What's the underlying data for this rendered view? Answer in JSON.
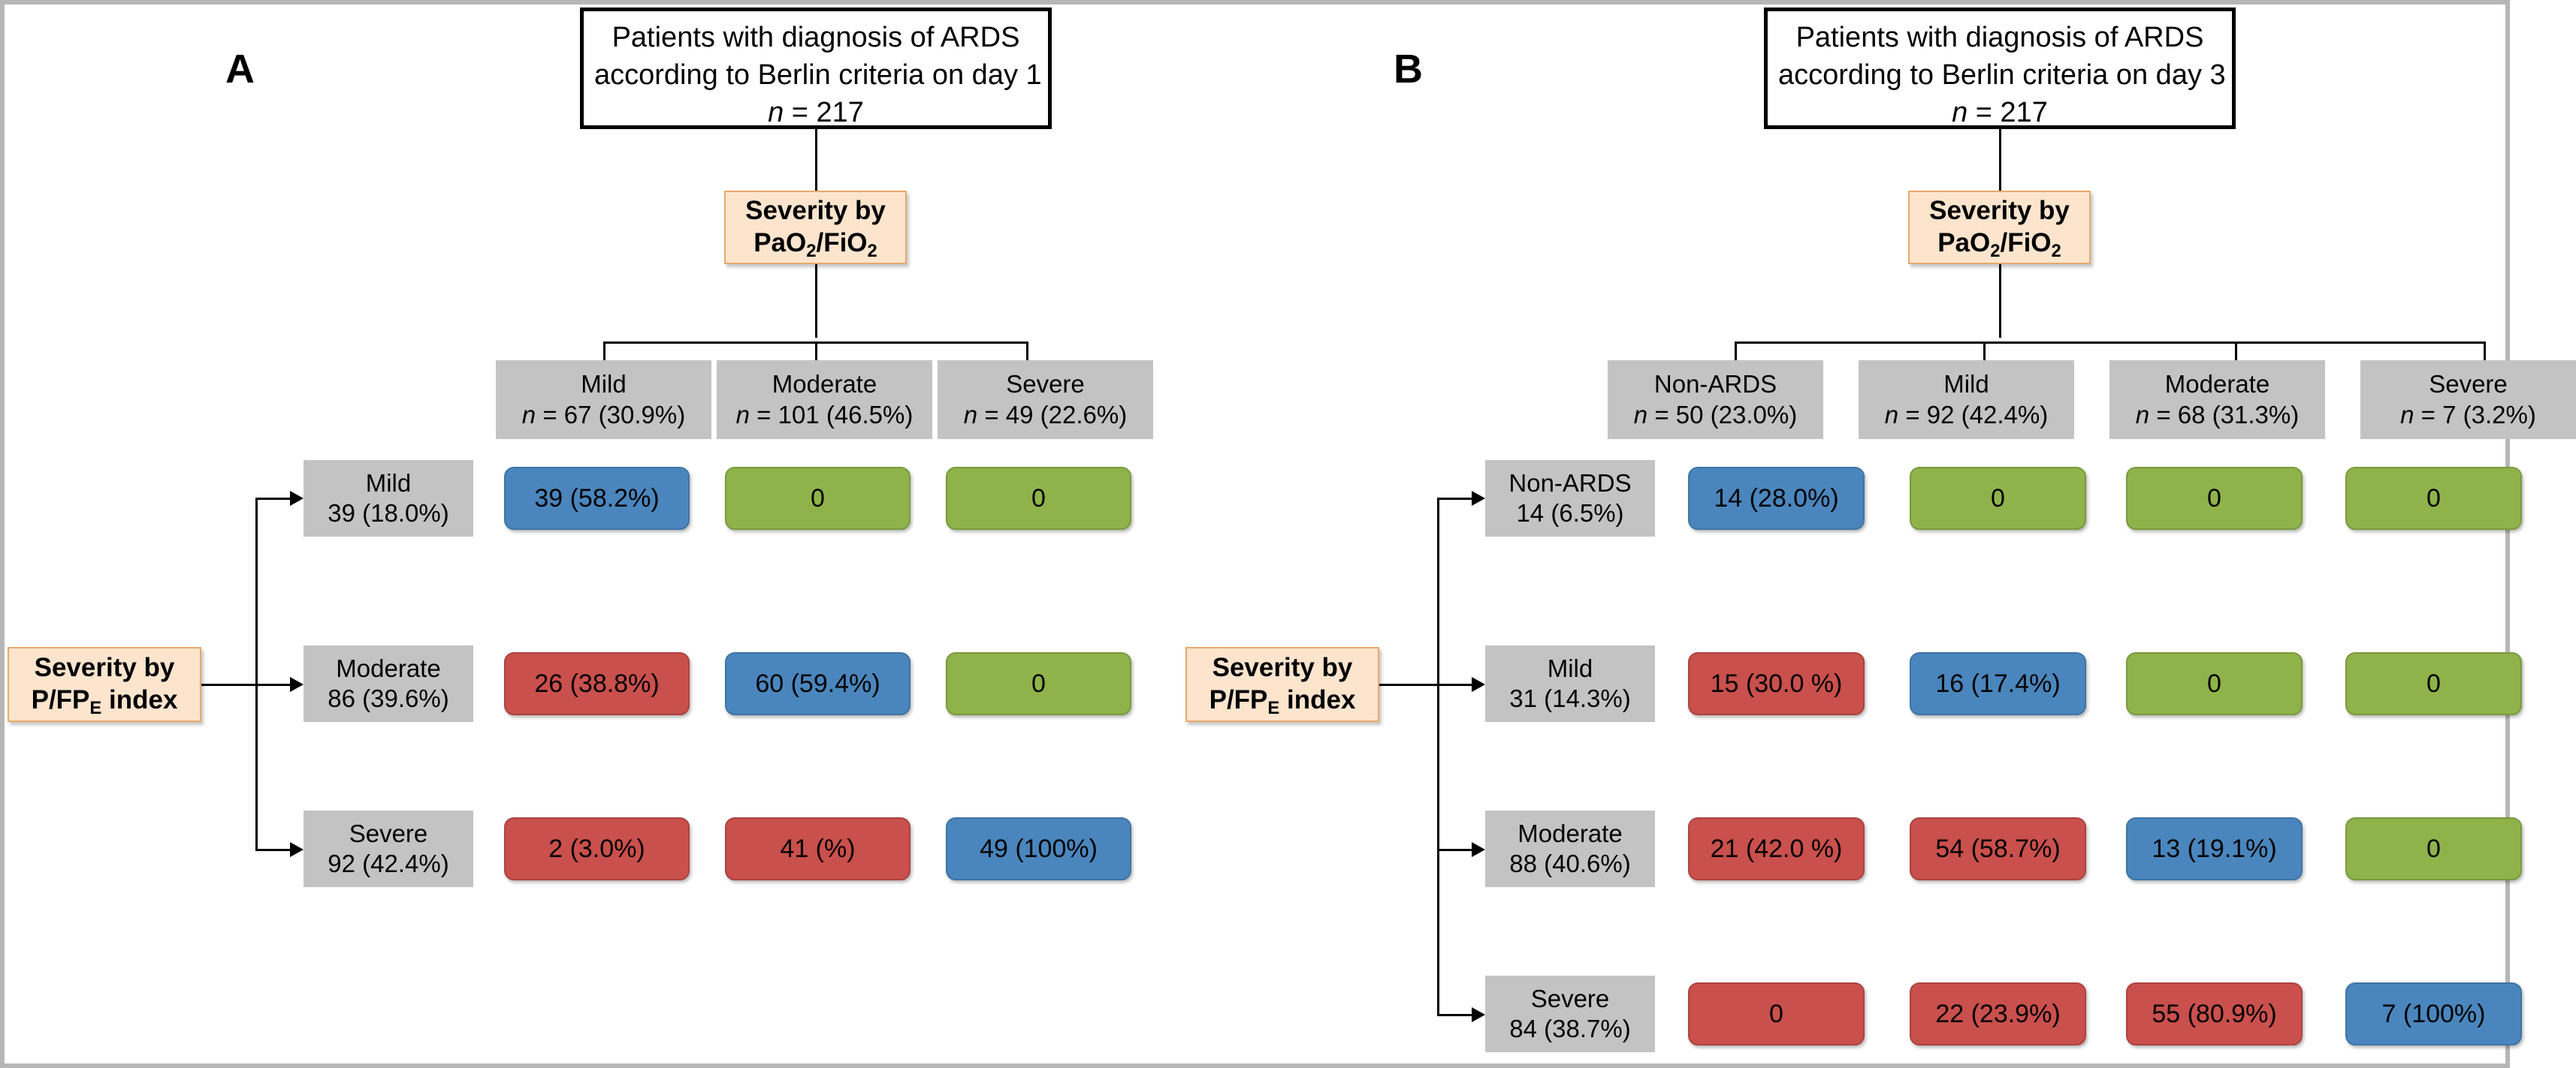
{
  "figure": {
    "panels": [
      {
        "letter": "A",
        "top_box": {
          "line1": "Patients with diagnosis of ARDS",
          "line2": "according to Berlin criteria on day 1",
          "line3_n": "n",
          "line3_rest": " = 217"
        },
        "severity_top": {
          "line1": "Severity by",
          "line2_pre": "PaO",
          "line2_sub1": "2",
          "line2_mid": "/FiO",
          "line2_sub2": "2"
        },
        "severity_side": {
          "line1": "Severity by",
          "line2_pre": "P/FP",
          "line2_sub": "E",
          "line2_post": " index"
        },
        "columns": [
          {
            "label": "Mild",
            "n_italic": "n",
            "n_rest": " = 67 (30.9%)"
          },
          {
            "label": "Moderate",
            "n_italic": "n",
            "n_rest": " = 101 (46.5%)"
          },
          {
            "label": "Severe",
            "n_italic": "n",
            "n_rest": " = 49 (22.6%)"
          }
        ],
        "rows": [
          {
            "label": "Mild",
            "sub": "39 (18.0%)",
            "cells": [
              {
                "text": "39 (58.2%)",
                "color": "blue"
              },
              {
                "text": "0",
                "color": "green"
              },
              {
                "text": "0",
                "color": "green"
              }
            ]
          },
          {
            "label": "Moderate",
            "sub": "86 (39.6%)",
            "cells": [
              {
                "text": "26 (38.8%)",
                "color": "red"
              },
              {
                "text": "60 (59.4%)",
                "color": "blue"
              },
              {
                "text": "0",
                "color": "green"
              }
            ]
          },
          {
            "label": "Severe",
            "sub": "92 (42.4%)",
            "cells": [
              {
                "text": "2 (3.0%)",
                "color": "red"
              },
              {
                "text": "41 (%)",
                "color": "red"
              },
              {
                "text": "49 (100%)",
                "color": "blue"
              }
            ]
          }
        ]
      },
      {
        "letter": "B",
        "top_box": {
          "line1": "Patients with diagnosis of ARDS",
          "line2": "according to Berlin criteria on day 3",
          "line3_n": "n",
          "line3_rest": " = 217"
        },
        "severity_top": {
          "line1": "Severity by",
          "line2_pre": "PaO",
          "line2_sub1": "2",
          "line2_mid": "/FiO",
          "line2_sub2": "2"
        },
        "severity_side": {
          "line1": "Severity by",
          "line2_pre": "P/FP",
          "line2_sub": "E",
          "line2_post": " index"
        },
        "columns": [
          {
            "label": "Non-ARDS",
            "n_italic": "n",
            "n_rest": " = 50 (23.0%)"
          },
          {
            "label": "Mild",
            "n_italic": "n",
            "n_rest": " = 92 (42.4%)"
          },
          {
            "label": "Moderate",
            "n_italic": "n",
            "n_rest": " = 68 (31.3%)"
          },
          {
            "label": "Severe",
            "n_italic": "n",
            "n_rest": " = 7 (3.2%)"
          }
        ],
        "rows": [
          {
            "label": "Non-ARDS",
            "sub": "14 (6.5%)",
            "cells": [
              {
                "text": "14 (28.0%)",
                "color": "blue"
              },
              {
                "text": "0",
                "color": "green"
              },
              {
                "text": "0",
                "color": "green"
              },
              {
                "text": "0",
                "color": "green"
              }
            ]
          },
          {
            "label": "Mild",
            "sub": "31 (14.3%)",
            "cells": [
              {
                "text": "15 (30.0 %)",
                "color": "red"
              },
              {
                "text": "16 (17.4%)",
                "color": "blue"
              },
              {
                "text": "0",
                "color": "green"
              },
              {
                "text": "0",
                "color": "green"
              }
            ]
          },
          {
            "label": "Moderate",
            "sub": "88 (40.6%)",
            "cells": [
              {
                "text": "21 (42.0 %)",
                "color": "red"
              },
              {
                "text": "54 (58.7%)",
                "color": "red"
              },
              {
                "text": "13 (19.1%)",
                "color": "blue"
              },
              {
                "text": "0",
                "color": "green"
              }
            ]
          },
          {
            "label": "Severe",
            "sub": "84 (38.7%)",
            "cells": [
              {
                "text": "0",
                "color": "red"
              },
              {
                "text": "22 (23.9%)",
                "color": "red"
              },
              {
                "text": "55 (80.9%)",
                "color": "red"
              },
              {
                "text": "7 (100%)",
                "color": "blue"
              }
            ]
          }
        ]
      }
    ],
    "colors": {
      "blue": "#4a86bd",
      "red": "#c9504c",
      "green": "#8fb34a",
      "grey": "#c3c3c3",
      "peach": "#fce4cd",
      "peach_border": "#e8a96a",
      "line": "#000000"
    }
  }
}
